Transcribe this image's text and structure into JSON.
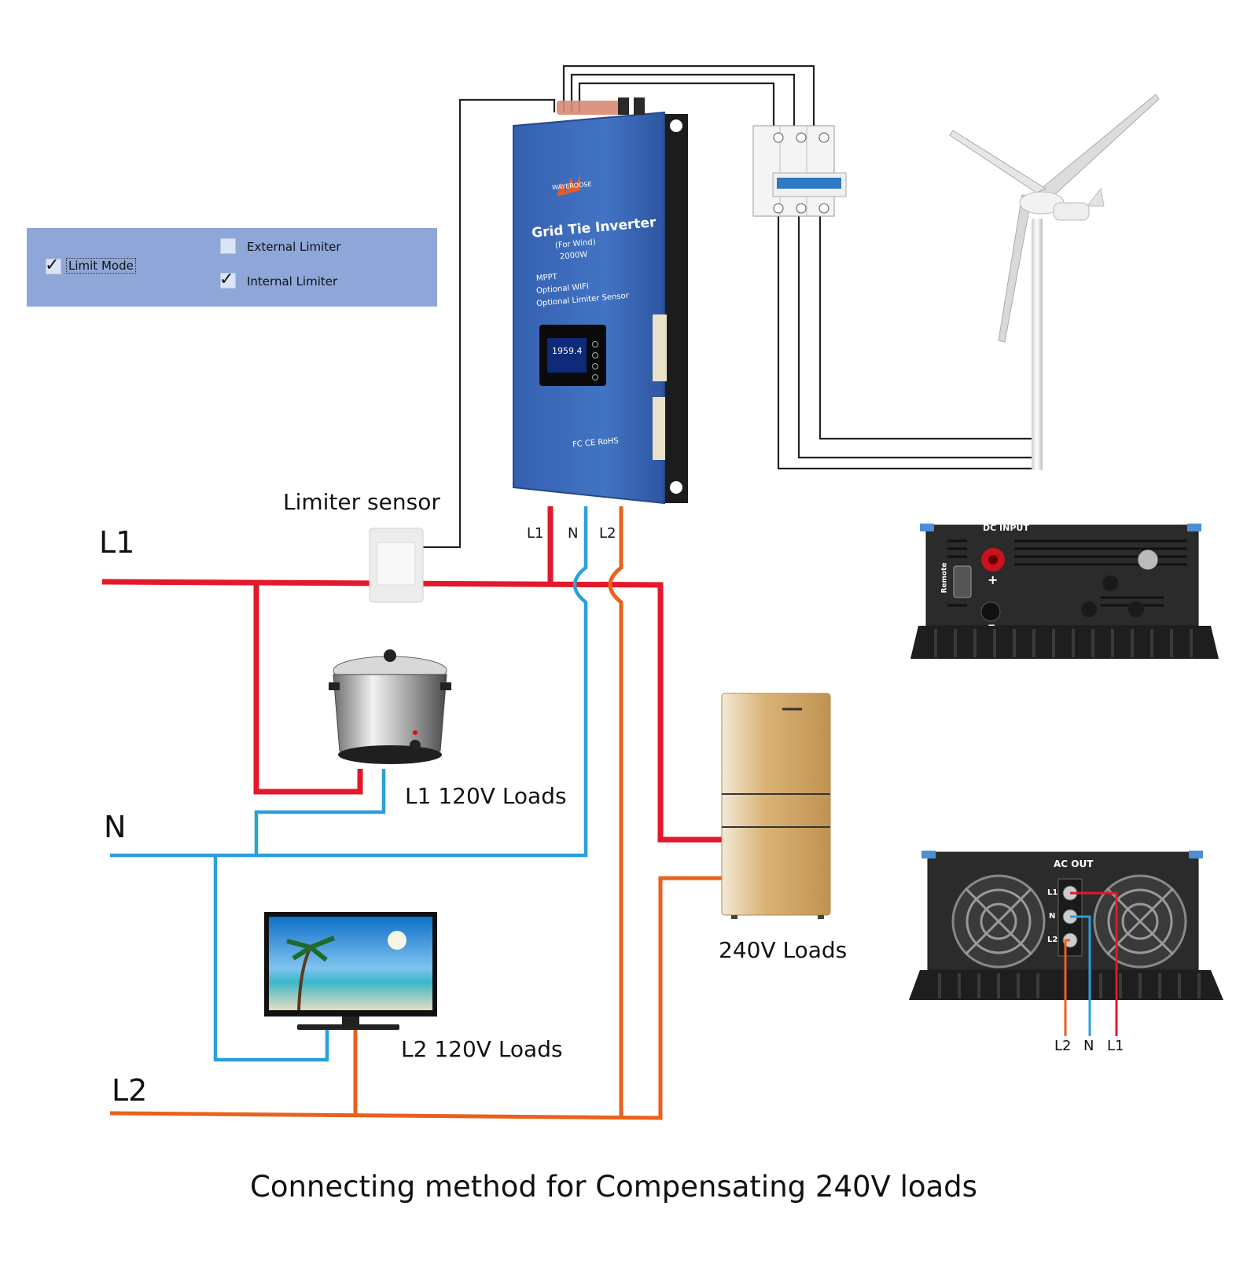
{
  "panel": {
    "limit_mode": {
      "label": "Limit Mode",
      "checked": true
    },
    "external_limiter": {
      "label": "External Limiter",
      "checked": false
    },
    "internal_limiter": {
      "label": "Internal Limiter",
      "checked": true
    }
  },
  "inverter": {
    "brand": "WAYEROOSE",
    "title": "Grid Tie Inverter",
    "subtitle": "(For Wind)",
    "power": "2000W",
    "features": [
      "MPPT",
      "Optional WIFI",
      "Optional Limiter Sensor"
    ],
    "display_value": "1959.4",
    "certifications": "FC CE RoHS",
    "terminals": [
      "L1",
      "N",
      "L2"
    ]
  },
  "labels": {
    "limiter_sensor": "Limiter sensor",
    "line_l1": "L1",
    "line_n": "N",
    "line_l2": "L2",
    "l1_loads": "L1  120V Loads",
    "l2_loads": "L2  120V Loads",
    "loads_240": "240V Loads",
    "caption": "Connecting method for Compensating 240V loads"
  },
  "dc_panel": {
    "title": "DC INPUT",
    "remote": "Remote",
    "plus": "+",
    "minus": "−"
  },
  "ac_panel": {
    "title": "AC OUT",
    "terminals": [
      "L1",
      "N",
      "L2"
    ],
    "bottom_labels": [
      "L2",
      "N",
      "L1"
    ]
  },
  "colors": {
    "l1": "#e3182a",
    "n": "#2a9fd8",
    "l2": "#e8621c",
    "inverter": "#3e6bb8",
    "panel": "#8ea7d8"
  }
}
